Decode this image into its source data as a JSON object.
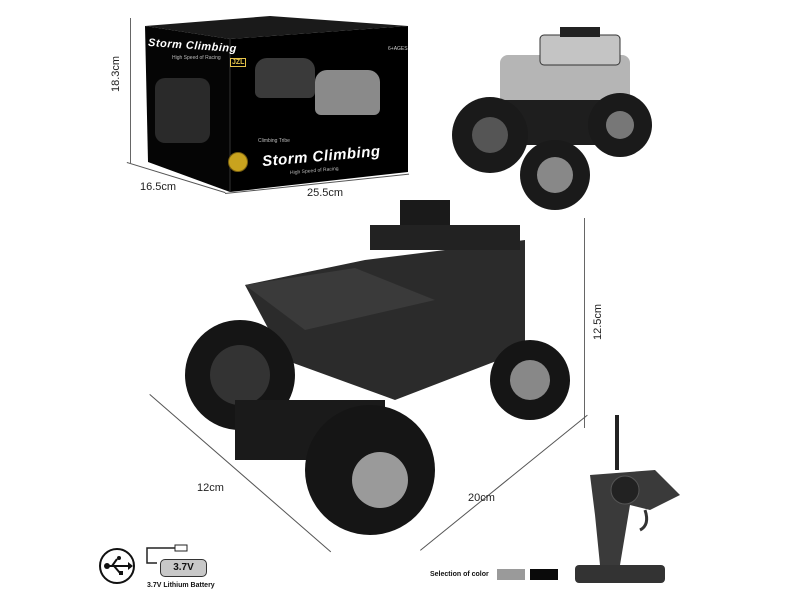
{
  "product": {
    "name": "Storm Climbing",
    "tagline": "High Speed of Racing",
    "brand": "JZL",
    "box_side_label": "Storm Climbing",
    "box_side_tagline": "High Speed of Racing",
    "box_front_small_text": "Climbing Tribe",
    "box_age": "6+AGES"
  },
  "dimensions": {
    "box_height": "18.3cm",
    "box_depth": "16.5cm",
    "box_width": "25.5cm",
    "car_height": "12.5cm",
    "car_width": "12cm",
    "car_length": "20cm"
  },
  "battery": {
    "voltage": "3.7V",
    "label": "3.7V Lithium Battery"
  },
  "icons": {
    "usb": "usb-icon",
    "battery": "battery-icon"
  },
  "color_selection": {
    "label": "Selection of color",
    "swatches": [
      {
        "name": "silver",
        "hex": "#9a9a9a"
      },
      {
        "name": "black",
        "hex": "#0a0a0a"
      }
    ]
  }
}
